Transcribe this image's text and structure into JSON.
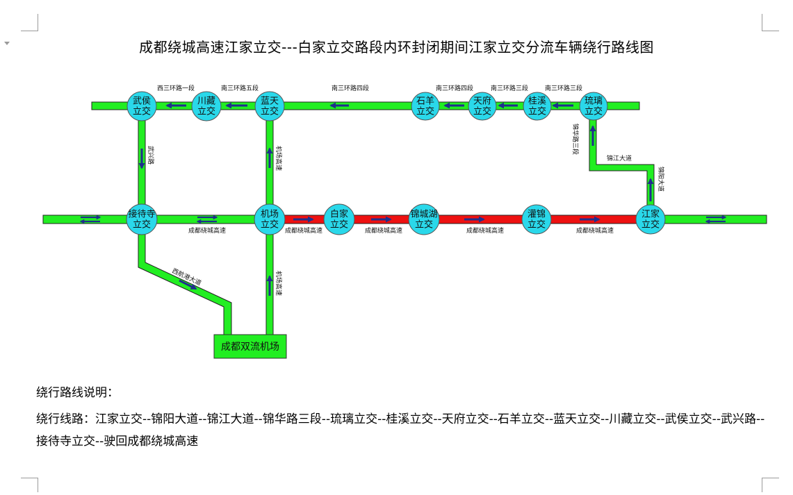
{
  "document": {
    "title": "成都绕城高速江家立交---白家立交路段内环封闭期间江家立交分流车辆绕行路线图"
  },
  "map": {
    "nodes": {
      "wuhou": "武侯\n立交",
      "chuanzang": "川藏\n立交",
      "lantian": "蓝天\n立交",
      "shiyang": "石羊\n立交",
      "tianfu": "天府\n立交",
      "guixi": "桂溪\n立交",
      "liuli": "琉璃\n立交",
      "jiedaisi": "接待寺\n立交",
      "jichang": "机场\n立交",
      "baijia": "白家\n立交",
      "jinchenghu": "锦城湖\n立交",
      "guanjin": "灌锦\n立交",
      "jiangjia": "江家\n立交"
    },
    "airport": "成都双流机场",
    "road_labels": {
      "top_1": "西三环路一段",
      "top_2": "南三环路五段",
      "top_3": "南三环路四段",
      "top_4": "南三环路四段",
      "top_5": "南三环路三段",
      "top_6": "南三环路三段",
      "wuxing": "武兴路",
      "airport_exp_upper": "机场高速",
      "airport_exp_lower": "机场高速",
      "jinhua": "锦华路三段",
      "jinjiang": "锦江大道",
      "jinyang": "锦阳大道",
      "ring_1": "成都绕城高速",
      "ring_2": "成都绕城高速",
      "ring_3": "成都绕城高速",
      "ring_4": "成都绕城高速",
      "ring_5": "成都绕城高速",
      "xihang": "西航港大道"
    },
    "colors": {
      "detour_road": "#22ee22",
      "closed_road": "#ee1111",
      "node_fill": "#2ad8ea",
      "arrow": "#1f2f8c"
    }
  },
  "explanation": {
    "heading": "绕行路线说明：",
    "body": "绕行线路：江家立交--锦阳大道--锦江大道--锦华路三段--琉璃立交--桂溪立交--天府立交--石羊立交--蓝天立交--川藏立交--武侯立交--武兴路--接待寺立交--驶回成都绕城高速"
  }
}
